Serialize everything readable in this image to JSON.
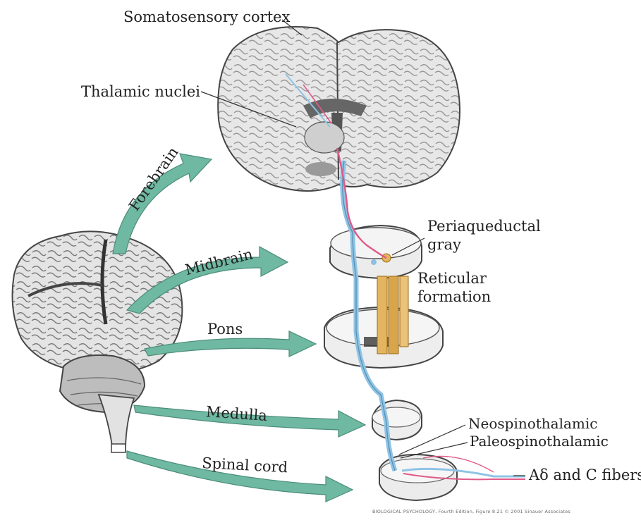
{
  "labels": {
    "somatosensory_cortex": "Somatosensory cortex",
    "thalamic_nuclei": "Thalamic nuclei",
    "periaqueductal_gray_line1": "Periaqueductal",
    "periaqueductal_gray_line2": "gray",
    "reticular_formation_line1": "Reticular",
    "reticular_formation_line2": "formation",
    "neospinothalamic": "Neospinothalamic",
    "paleospinothalamic": "Paleospinothalamic",
    "fibers": "Aδ and C fibers"
  },
  "arrows": {
    "forebrain": "Forebrain",
    "midbrain": "Midbrain",
    "pons": "Pons",
    "medulla": "Medulla",
    "spinal_cord": "Spinal cord"
  },
  "credit": "BIOLOGICAL PSYCHOLOGY, Fourth Edition, Figure 8.21 © 2001 Sinauer Associates",
  "colors": {
    "arrow": "#6fb8a2",
    "tissue": "#e8e8e8",
    "gray_matter": "#b9b9b9",
    "neo_tract": "#8fc4e6",
    "paleo_tract": "#e05a8a",
    "reticular": "#e3b560"
  }
}
